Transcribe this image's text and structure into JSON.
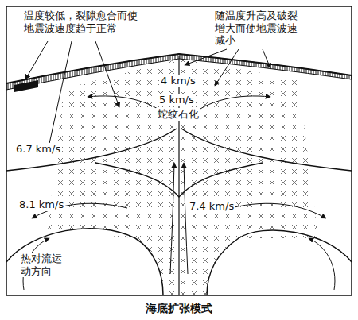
{
  "diagram": {
    "caption": "海底扩张模式",
    "labels": [
      "温度较低，裂隙愈合而使地震波速度趋于正常",
      "随温度升高及破裂增大而使地震波速减小",
      "4 km/s",
      "5 km/s",
      "蛇纹石化",
      "6.7 km/s",
      "8.1 km/s",
      "7.4 km/s",
      "热对流运动方向"
    ]
  }
}
